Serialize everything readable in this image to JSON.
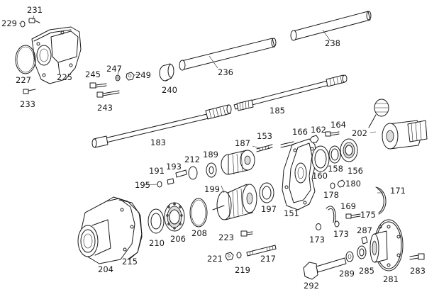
{
  "diagram": {
    "labels": [
      {
        "id": "p231",
        "text": "231"
      },
      {
        "id": "p229",
        "text": "229"
      },
      {
        "id": "p227",
        "text": "227"
      },
      {
        "id": "p225",
        "text": "225"
      },
      {
        "id": "p233",
        "text": "233"
      },
      {
        "id": "p245",
        "text": "245"
      },
      {
        "id": "p247",
        "text": "247"
      },
      {
        "id": "p249",
        "text": "249"
      },
      {
        "id": "p243",
        "text": "243"
      },
      {
        "id": "p240",
        "text": "240"
      },
      {
        "id": "p236",
        "text": "236"
      },
      {
        "id": "p238",
        "text": "238"
      },
      {
        "id": "p185",
        "text": "185"
      },
      {
        "id": "p183",
        "text": "183"
      },
      {
        "id": "p202",
        "text": "202"
      },
      {
        "id": "p166",
        "text": "166"
      },
      {
        "id": "p162",
        "text": "162"
      },
      {
        "id": "p164",
        "text": "164"
      },
      {
        "id": "p153",
        "text": "153"
      },
      {
        "id": "p187",
        "text": "187"
      },
      {
        "id": "p189",
        "text": "189"
      },
      {
        "id": "p212",
        "text": "212"
      },
      {
        "id": "p193",
        "text": "193"
      },
      {
        "id": "p191",
        "text": "191"
      },
      {
        "id": "p195",
        "text": "195"
      },
      {
        "id": "p199",
        "text": "199"
      },
      {
        "id": "p197",
        "text": "197"
      },
      {
        "id": "p151",
        "text": "151"
      },
      {
        "id": "p160",
        "text": "160"
      },
      {
        "id": "p158",
        "text": "158"
      },
      {
        "id": "p156",
        "text": "156"
      },
      {
        "id": "p178",
        "text": "178"
      },
      {
        "id": "p180",
        "text": "180"
      },
      {
        "id": "p171",
        "text": "171"
      },
      {
        "id": "p169",
        "text": "169"
      },
      {
        "id": "p175",
        "text": "175"
      },
      {
        "id": "p173a",
        "text": "173"
      },
      {
        "id": "p173b",
        "text": "173"
      },
      {
        "id": "p287",
        "text": "287"
      },
      {
        "id": "p210",
        "text": "210"
      },
      {
        "id": "p206",
        "text": "206"
      },
      {
        "id": "p208",
        "text": "208"
      },
      {
        "id": "p223",
        "text": "223"
      },
      {
        "id": "p221",
        "text": "221"
      },
      {
        "id": "p219",
        "text": "219"
      },
      {
        "id": "p217",
        "text": "217"
      },
      {
        "id": "p204",
        "text": "204"
      },
      {
        "id": "p215",
        "text": "215"
      },
      {
        "id": "p292",
        "text": "292"
      },
      {
        "id": "p289",
        "text": "289"
      },
      {
        "id": "p285",
        "text": "285"
      },
      {
        "id": "p281",
        "text": "281"
      },
      {
        "id": "p283",
        "text": "283"
      }
    ]
  }
}
